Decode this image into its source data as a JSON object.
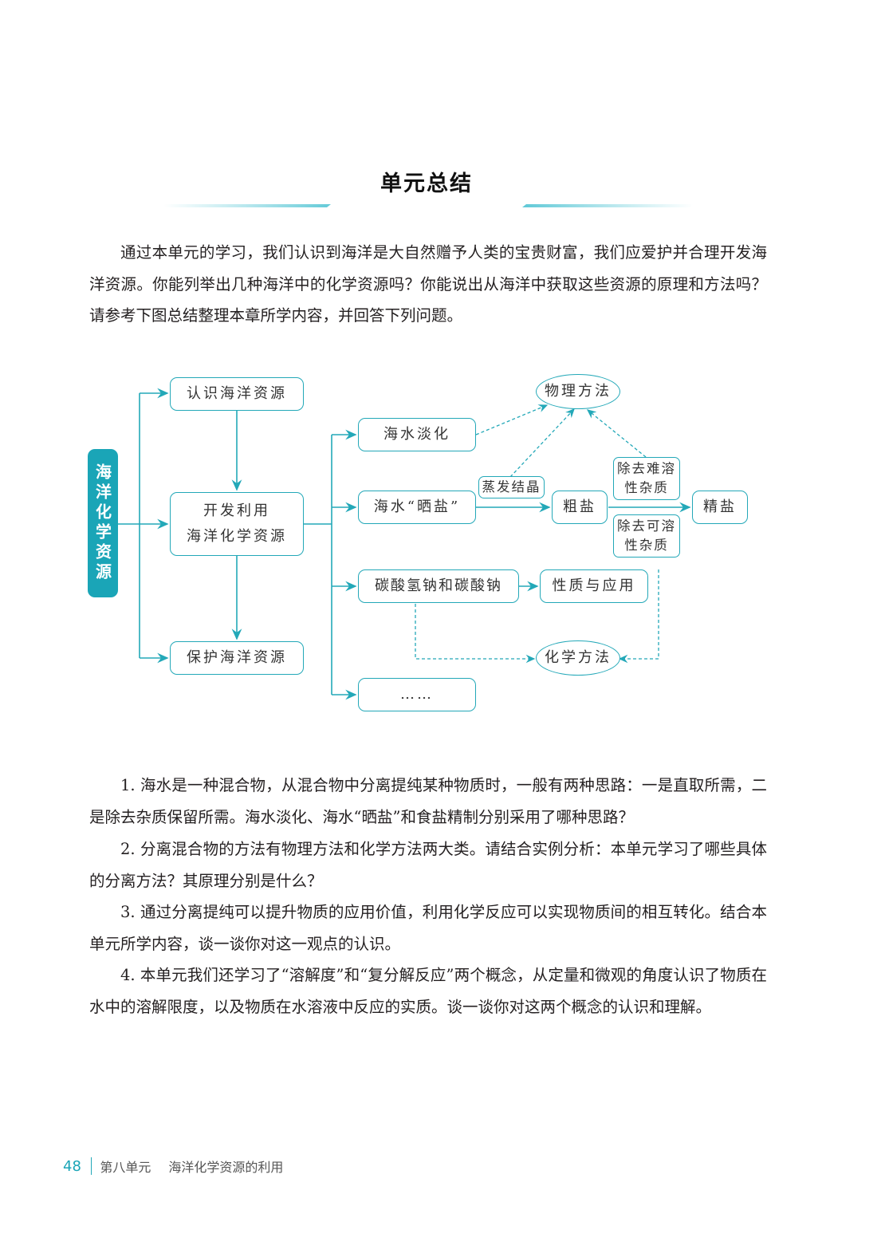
{
  "title": "单元总结",
  "intro": "通过本单元的学习，我们认识到海洋是大自然赠予人类的宝贵财富，我们应爱护并合理开发海洋资源。你能列举出几种海洋中的化学资源吗？你能说出从海洋中获取这些资源的原理和方法吗？请参考下图总结整理本章所学内容，并回答下列问题。",
  "diagram": {
    "root": "海洋化学资源",
    "recognize": "认识海洋资源",
    "develop_line1": "开发利用",
    "develop_line2": "海洋化学资源",
    "protect": "保护海洋资源",
    "desalination": "海水淡化",
    "sea_salt": "海水“晒盐”",
    "carbonates": "碳酸氢钠和碳酸钠",
    "etc": "……",
    "physical_method": "物理方法",
    "chemical_method": "化学方法",
    "evaporation": "蒸发结晶",
    "crude_salt": "粗盐",
    "refined_salt": "精盐",
    "remove_insoluble_1": "除去难溶",
    "remove_insoluble_2": "性杂质",
    "remove_soluble_1": "除去可溶",
    "remove_soluble_2": "性杂质",
    "properties": "性质与应用"
  },
  "questions": {
    "q1": "1. 海水是一种混合物，从混合物中分离提纯某种物质时，一般有两种思路：一是直取所需，二是除去杂质保留所需。海水淡化、海水“晒盐”和食盐精制分别采用了哪种思路？",
    "q2": "2. 分离混合物的方法有物理方法和化学方法两大类。请结合实例分析：本单元学习了哪些具体的分离方法？其原理分别是什么？",
    "q3": "3. 通过分离提纯可以提升物质的应用价值，利用化学反应可以实现物质间的相互转化。结合本单元所学内容，谈一谈你对这一观点的认识。",
    "q4": "4. 本单元我们还学习了“溶解度”和“复分解反应”两个概念，从定量和微观的角度认识了物质在水中的溶解限度，以及物质在水溶液中反应的实质。谈一谈你对这两个概念的认识和理解。"
  },
  "footer": {
    "page_number": "48",
    "unit": "第八单元",
    "unit_title": "海洋化学资源的利用"
  },
  "colors": {
    "accent": "#1aa5b7",
    "border": "#23a8b8"
  }
}
